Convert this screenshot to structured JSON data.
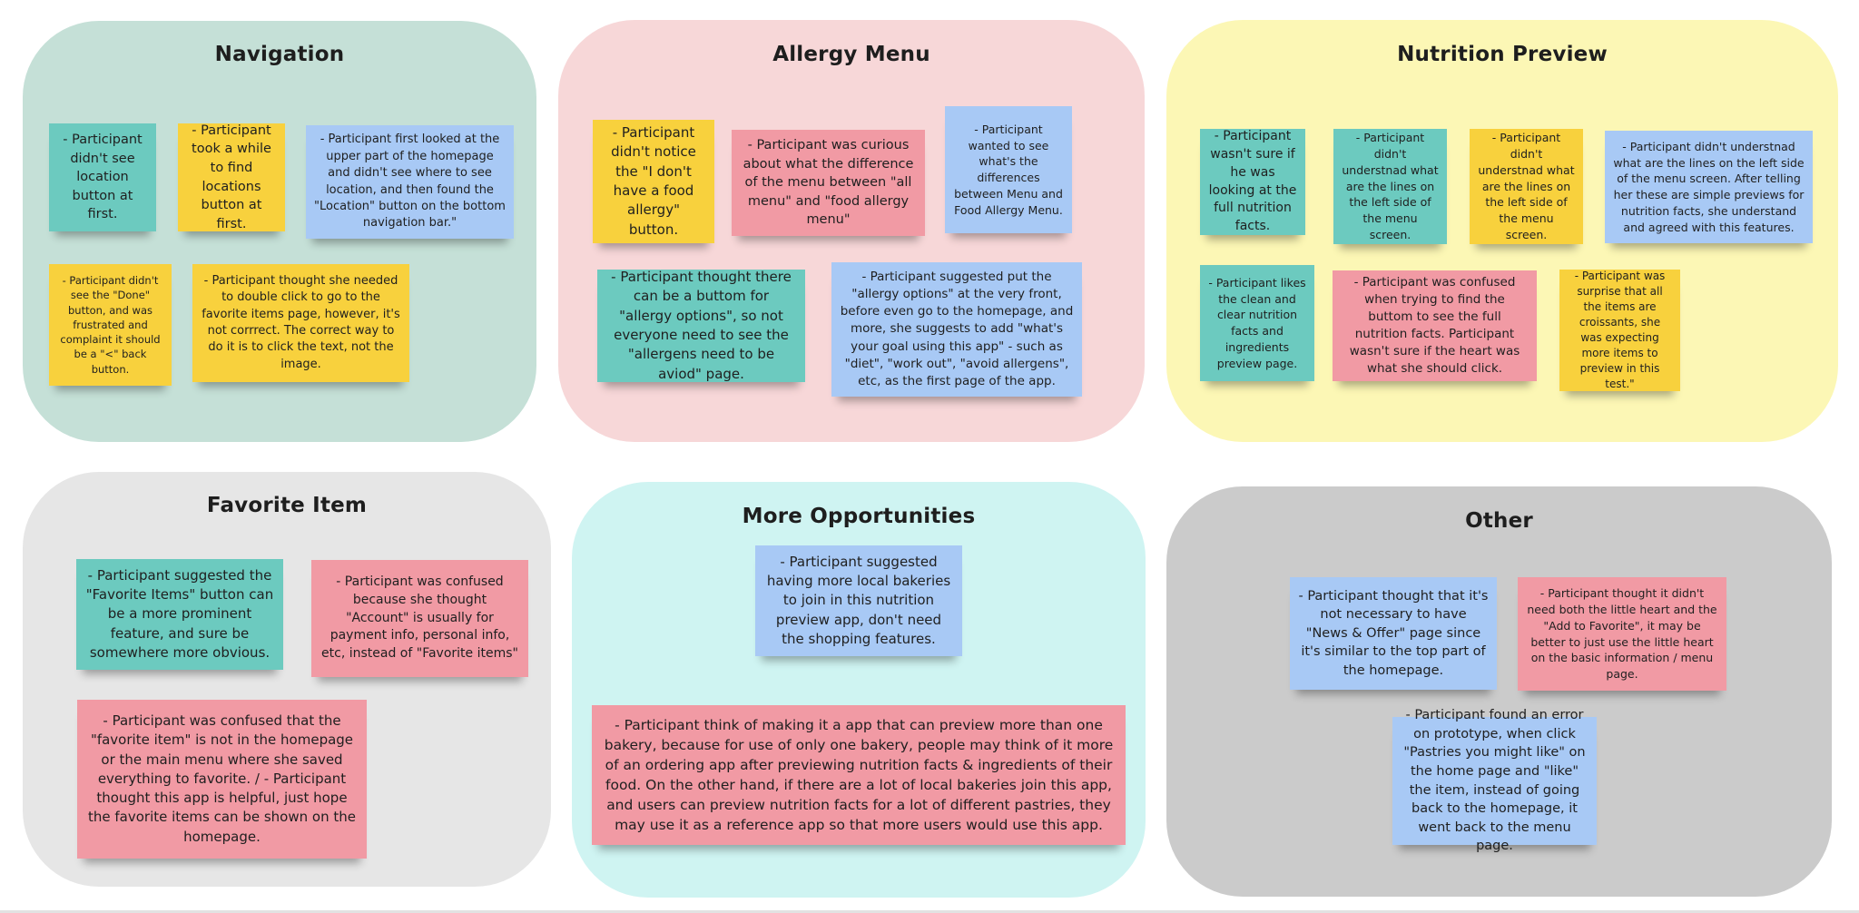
{
  "colors": {
    "teal": "#6ccabf",
    "yellow": "#f8d13d",
    "blue": "#a8c9f5",
    "pink": "#f19aa4",
    "navigation_bg": "#c5e0d7",
    "allergy_bg": "#f7d7d8",
    "nutrition_bg": "#fcf7b5",
    "favorite_bg": "#e6e6e6",
    "opportunities_bg": "#cff4f2",
    "other_bg": "#cbcbcb"
  },
  "clusters": {
    "navigation": {
      "title": "Navigation",
      "notes": [
        "- Participant didn't see location button at first.",
        "- Participant took a while to find locations button at first.",
        "- Participant first looked at the upper part of the homepage and didn't see where to see location, and then found the \"Location\" button on the bottom navigation bar.\"",
        "- Participant didn't see the \"Done\" button, and was frustrated and complaint it should be a \"<\" back button.",
        "- Participant thought she needed to double click to go to the favorite items page, however, it's not corrrect. The correct way to do it is to click the text, not the image."
      ]
    },
    "allergy": {
      "title": "Allergy Menu",
      "notes": [
        "- Participant didn't notice the \"I don't have a food allergy\" button.",
        "- Participant was curious about what the difference of the menu between \"all menu\" and \"food allergy menu\"",
        "- Participant wanted to see what's the differences between Menu and Food Allergy Menu.",
        "- Participant  thought there can be a buttom for \"allergy options\", so not everyone need to see the \"allergens need to be aviod\" page.",
        "- Participant suggested put the \"allergy options\" at the very front, before even go to the homepage, and more, she suggests to add \"what's your goal using this app\" - such as \"diet\", \"work out\", \"avoid allergens\", etc, as the first page of the app."
      ]
    },
    "nutrition": {
      "title": "Nutrition Preview",
      "notes": [
        "- Participant wasn't sure if he was looking at the full nutrition facts.",
        "- Participant didn't understnad what are the lines on the left side of the menu screen.",
        "- Participant didn't understnad what are the lines on the left side of the menu screen.",
        "- Participant didn't understnad what are the lines on the left side of the menu screen. After telling her these are simple previews for nutrition facts, she understand and agreed with this features.",
        "- Participant likes the clean and clear nutrition facts and ingredients preview page.",
        "- Participant was confused when trying to find the buttom to see the full nutrition facts. Participant wasn't sure if the heart was what she should click.",
        "- Participant was surprise that all the items are croissants, she was expecting more items to preview in this test.\""
      ]
    },
    "favorite": {
      "title": "Favorite Item",
      "notes": [
        "- Participant suggested the \"Favorite Items\" button can be a more prominent feature, and sure be somewhere more obvious.",
        "- Participant was confused because she thought \"Account\" is usually for payment info, personal info, etc, instead of \"Favorite items\"",
        "- Participant was confused that the \"favorite item\" is not in the homepage or the main menu where she saved everything to favorite. / - Participant thought this app is helpful, just hope the favorite items can be shown on the homepage."
      ]
    },
    "opportunities": {
      "title": "More Opportunities",
      "notes": [
        "- Participant suggested having more local bakeries to join in this nutrition preview app, don't need the shopping features.",
        "- Participant think of making it a app that can preview more than one bakery, because for use of only one bakery, people may think of it more of an ordering app after previewing nutrition facts & ingredients of their food. On the other hand, if there are a lot of local bakeries join this app, and users can preview nutrition facts for a lot of different pastries, they may use it as a reference app so that more users would use this app."
      ]
    },
    "other": {
      "title": "Other",
      "notes": [
        "- Participant thought that it's not necessary to have \"News & Offer\" page since it's similar to the top part of the homepage.",
        "- Participant thought it didn't need both the little heart and the \"Add to Favorite\", it may be better to just use the little heart on the basic information / menu page.",
        "- Participant found an error on prototype, when click \"Pastries you might like\" on the home page and \"like\" the item, instead of going back to the homepage, it went back to the menu page."
      ]
    }
  }
}
